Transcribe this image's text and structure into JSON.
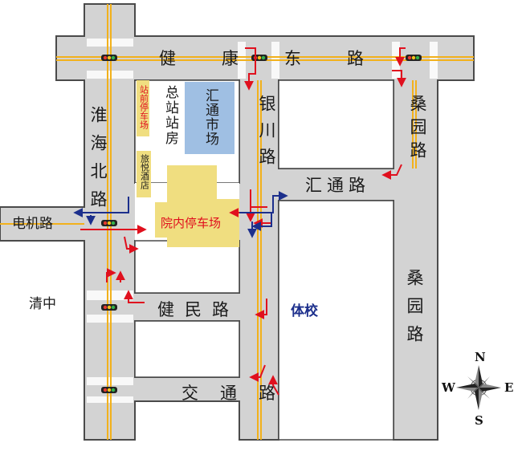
{
  "roads": {
    "jiankang_east": "健康东路",
    "huaihai_north": "淮海北路",
    "yinchuan": "银川路",
    "sangyuan_top": "桑园路",
    "sangyuan_bottom": "桑园路",
    "huitong": "汇通路",
    "dianji": "电机路",
    "jianmin": "健民路",
    "jiaotong": "交通路"
  },
  "places": {
    "front_parking": "站前停车场",
    "main_station": "总站站房",
    "huitong_market": "汇通市场",
    "lvyue_hotel": "旅悦酒店",
    "inner_parking": "院内停车场",
    "stadium": "体校",
    "qingzhong": "清中"
  },
  "compass": {
    "north": "N",
    "south": "S",
    "east": "E",
    "west": "W"
  },
  "colors": {
    "road_fill": "#d3d3d3",
    "road_edge": "#4a4a4a",
    "center_line": "#f2b11c",
    "building_fill": "#ffffff",
    "market_fill": "#9fbfe3",
    "parking_fill": "#f0de80",
    "entry_arrow": "#e0101e",
    "exit_arrow": "#1c2f8c"
  },
  "icons": [
    "traffic-light-icon",
    "arrow-icon",
    "compass-rose-icon"
  ]
}
